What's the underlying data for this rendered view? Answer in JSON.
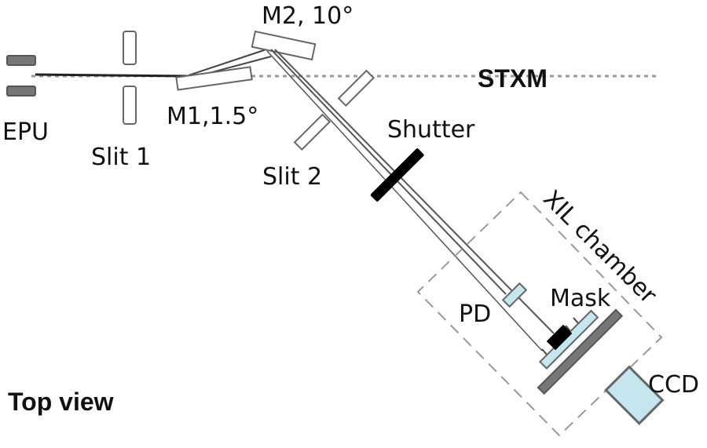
{
  "diagram": {
    "title": "Top view",
    "beamline_label": "STXM",
    "components": {
      "epu": "EPU",
      "slit1": "Slit 1",
      "m1": "M1,1.5°",
      "m2": "M2, 10°",
      "slit2": "Slit 2",
      "shutter": "Shutter",
      "chamber": "XIL chamber",
      "pd": "PD",
      "mask": "Mask",
      "ccd": "CCD"
    },
    "colors": {
      "outline": "#555555",
      "dashed": "#999999",
      "light_blue": "#c5e6ef",
      "dark_gray": "#777777",
      "black": "#000000"
    }
  }
}
